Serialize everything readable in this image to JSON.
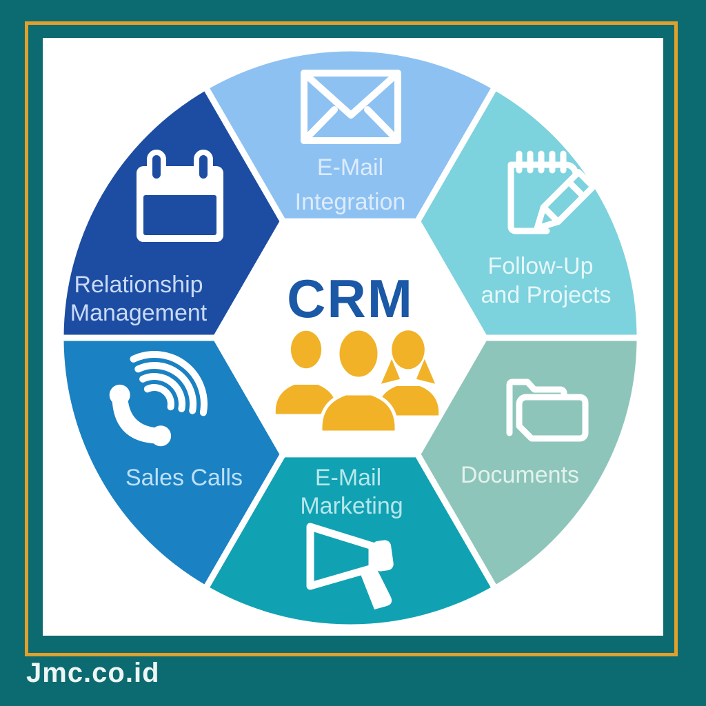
{
  "palette": {
    "background": "#0c6b70",
    "frame_border": "#e1a02c",
    "canvas": "#ffffff",
    "divider": "#ffffff",
    "crm_text": "#1b58a6",
    "people": "#f1b227",
    "watermark_text": "#eef5f5"
  },
  "center": {
    "label": "CRM",
    "icon": "people-group-icon"
  },
  "segments": [
    {
      "name": "E-Mail Integration",
      "lines": [
        "E-Mail",
        "Integration"
      ],
      "icon": "envelope-icon",
      "color": "#8dc1f2",
      "label_color": "#ddecfc"
    },
    {
      "name": "Follow-Up and Projects",
      "lines": [
        "Follow-Up",
        "and Projects"
      ],
      "icon": "notepad-pencil-icon",
      "color": "#7cd2dd",
      "label_color": "#e6f7f9"
    },
    {
      "name": "Documents",
      "lines": [
        "Documents"
      ],
      "icon": "folder-icon",
      "color": "#8ec5ba",
      "label_color": "#e2f2ee"
    },
    {
      "name": "E-Mail Marketing",
      "lines": [
        "E-Mail",
        "Marketing"
      ],
      "icon": "megaphone-icon",
      "color": "#10a2b2",
      "label_color": "#b7e6ec"
    },
    {
      "name": "Sales Calls",
      "lines": [
        "Sales Calls"
      ],
      "icon": "phone-icon",
      "color": "#1a81c3",
      "label_color": "#bee0f6"
    },
    {
      "name": "Relationship Management",
      "lines": [
        "Relationship",
        "Management"
      ],
      "icon": "calendar-icon",
      "color": "#1d4da2",
      "label_color": "#c9daf7"
    }
  ],
  "watermark": {
    "text": "Jmc.co.id"
  }
}
